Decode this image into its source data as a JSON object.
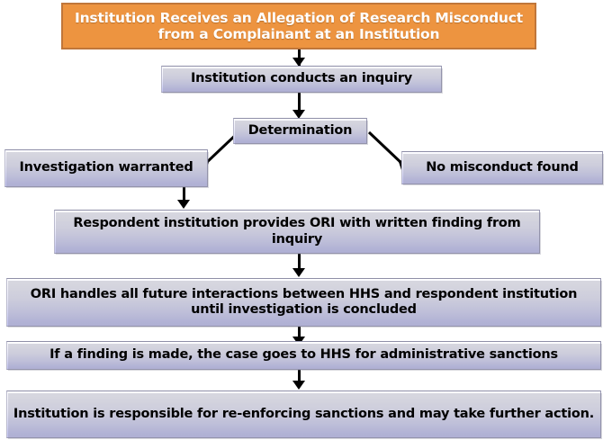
{
  "diagram": {
    "title": "Research Misconduct Allegation Process Flowchart",
    "colors": {
      "start_fill": "#ED9440",
      "start_border": "#C0763A",
      "start_text": "#FFFFFF",
      "process_fill_top": "#FDFDFF",
      "process_fill_bottom": "#C4C5EF",
      "process_border": "#9B9BB5",
      "process_text": "#000000",
      "connector": "#000000",
      "background": "#FFFFFF"
    },
    "nodes": [
      {
        "id": "start",
        "type": "start",
        "text": "Institution Receives an Allegation of Research Misconduct from a Complainant at an Institution"
      },
      {
        "id": "inquiry",
        "type": "process",
        "text": "Institution conducts an inquiry"
      },
      {
        "id": "determination",
        "type": "process",
        "text": "Determination"
      },
      {
        "id": "investigation-warranted",
        "type": "process",
        "text": "Investigation warranted"
      },
      {
        "id": "no-misconduct",
        "type": "process",
        "text": "No misconduct found"
      },
      {
        "id": "respondent-provides-ori",
        "type": "process",
        "text": "Respondent institution provides ORI with written finding from inquiry"
      },
      {
        "id": "ori-handles",
        "type": "process",
        "text": "ORI handles all future interactions between HHS and respondent institution until investigation is concluded"
      },
      {
        "id": "hhs-sanctions",
        "type": "process",
        "text": "If a finding is made, the case goes to HHS for administrative sanctions"
      },
      {
        "id": "institution-responsible",
        "type": "process",
        "text": "Institution is responsible for re-enforcing sanctions and may take further action."
      }
    ],
    "edges": [
      {
        "id": "e1",
        "from": "start",
        "to": "inquiry",
        "style": "straight-down",
        "arrow": "down"
      },
      {
        "id": "e2",
        "from": "inquiry",
        "to": "determination",
        "style": "straight-down",
        "arrow": "down"
      },
      {
        "id": "e3",
        "from": "determination",
        "to": "investigation-warranted",
        "style": "diagonal-left",
        "arrow": "down-left"
      },
      {
        "id": "e4",
        "from": "determination",
        "to": "no-misconduct",
        "style": "diagonal-right",
        "arrow": "down-right"
      },
      {
        "id": "e5",
        "from": "investigation-warranted",
        "to": "respondent-provides-ori",
        "style": "straight-down",
        "arrow": "down"
      },
      {
        "id": "e6",
        "from": "respondent-provides-ori",
        "to": "ori-handles",
        "style": "straight-down",
        "arrow": "down"
      },
      {
        "id": "e7",
        "from": "ori-handles",
        "to": "hhs-sanctions",
        "style": "straight-down",
        "arrow": "down"
      },
      {
        "id": "e8",
        "from": "hhs-sanctions",
        "to": "institution-responsible",
        "style": "straight-down",
        "arrow": "down"
      }
    ]
  }
}
